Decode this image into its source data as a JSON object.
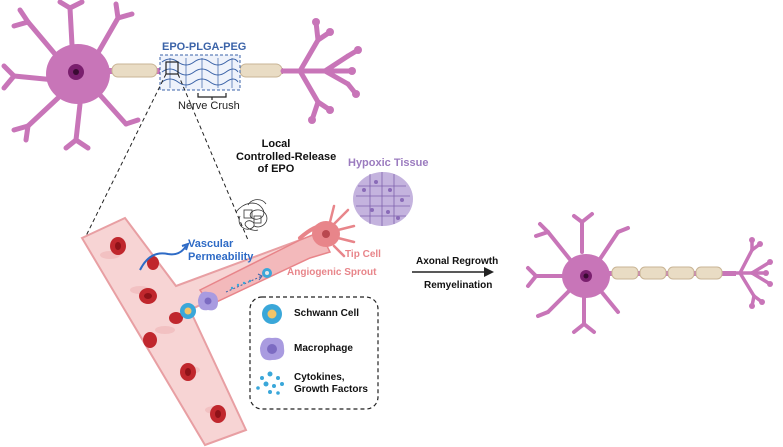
{
  "labels": {
    "scaffold": "EPO-PLGA-PEG",
    "nerve_crush": "Nerve Crush",
    "local_release_line1": "Local",
    "local_release_line2": "Controlled-Release",
    "local_release_line3": "of EPO",
    "hypoxic_tissue": "Hypoxic Tissue",
    "vascular_line1": "Vascular",
    "vascular_line2": "Permeability",
    "tip_cell": "Tip Cell",
    "angiogenic_sprout": "Angiogenic Sprout",
    "axonal_regrowth": "Axonal Regrowth",
    "remyelination": "Remyelination"
  },
  "legend": {
    "schwann_cell": "Schwann Cell",
    "macrophage": "Macrophage",
    "cytokines_line1": "Cytokines,",
    "cytokines_line2": "Growth Factors"
  },
  "colors": {
    "neuron": "#c875b8",
    "nucleus": "#7a1f6e",
    "myelin": "#e9dcc4",
    "vessel": "#f7d4d4",
    "rbc": "#c0272d",
    "scaffold_blue": "#3b63a8",
    "vascular_blue": "#2e6bc6",
    "sprout_pink": "#e8858a",
    "hypoxic_purple": "#9b7bbf",
    "macrophage": "#a99be0",
    "schwann": "#3aa7d9"
  }
}
